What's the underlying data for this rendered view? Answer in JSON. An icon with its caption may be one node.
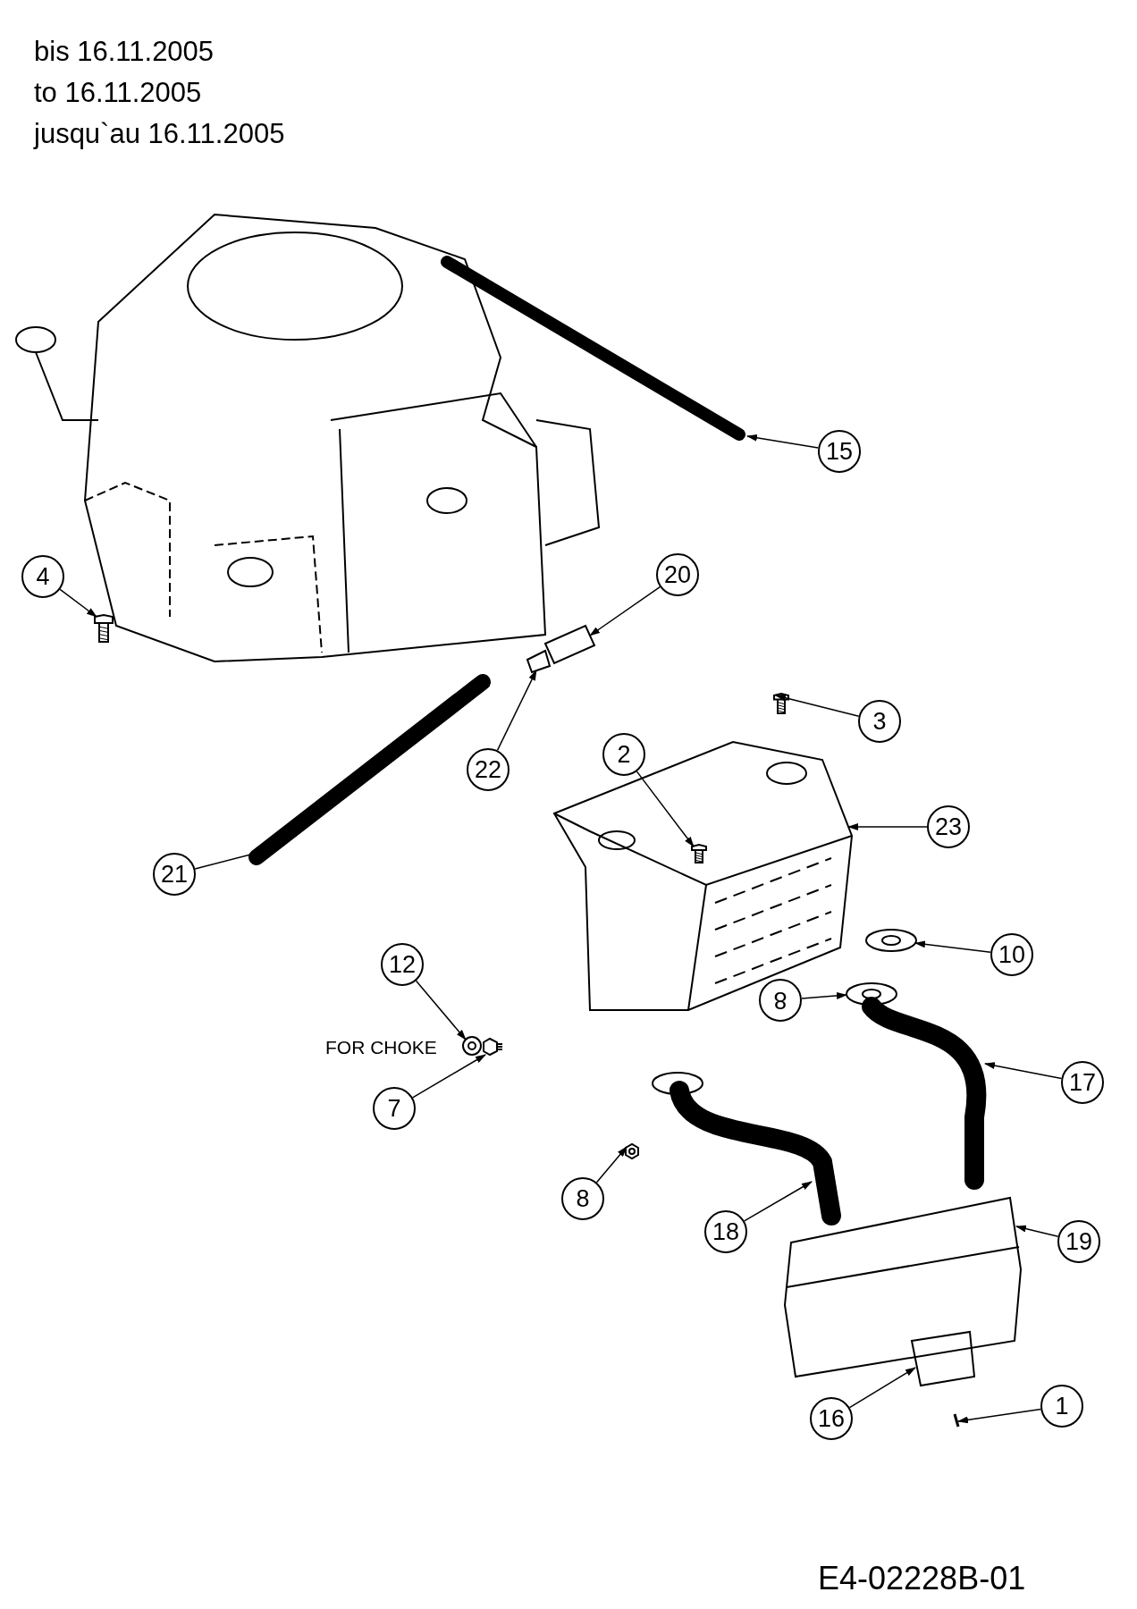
{
  "diagram": {
    "nodes": [
      {
        "text": [
          "15"
        ]
      },
      {
        "text": [
          "20"
        ]
      },
      {
        "text": [
          "4"
        ]
      },
      {
        "text": [
          "3"
        ]
      },
      {
        "text": [
          "2"
        ]
      },
      {
        "text": [
          "22"
        ]
      },
      {
        "text": [
          "23"
        ]
      },
      {
        "text": [
          "21"
        ]
      },
      {
        "text": [
          "10"
        ]
      },
      {
        "text": [
          "12"
        ]
      },
      {
        "text": [
          "8"
        ]
      },
      {
        "text": [
          "17"
        ]
      },
      {
        "text": [
          "7"
        ]
      },
      {
        "text": [
          "8"
        ]
      },
      {
        "text": [
          "18"
        ]
      },
      {
        "text": [
          "19"
        ]
      },
      {
        "text": [
          "1"
        ]
      },
      {
        "text": [
          "16"
        ]
      },
      {
        "text": [],
        "shape": "picture"
      },
      {
        "text": [],
        "shape": "picture"
      },
      {
        "text": [],
        "shape": "picture"
      },
      {
        "text": [],
        "shape": "picture"
      },
      {
        "text": [],
        "shape": "picture",
        "in": 24
      },
      {
        "text": [],
        "shape": "picture"
      },
      {
        "text": [],
        "shape": "picture"
      },
      {
        "text": [],
        "shape": "picture"
      },
      {
        "text": [],
        "shape": "picture"
      },
      {
        "text": [],
        "shape": "picture"
      },
      {
        "text": [],
        "shape": "picture"
      },
      {
        "text": [],
        "shape": "picture"
      },
      {
        "text": [],
        "shape": "picture"
      },
      {
        "text": [],
        "shape": "picture"
      },
      {
        "text": [],
        "shape": "picture"
      },
      {
        "text": [],
        "shape": "picture"
      },
      {
        "text": [],
        "shape": "picture"
      },
      {
        "text": [],
        "shape": "picture"
      }
    ],
    "edges": [
      {
        "from": 0,
        "to": 18,
        "arrow": "to"
      },
      {
        "from": 1,
        "to": 19,
        "arrow": "to"
      },
      {
        "from": 2,
        "to": 20,
        "arrow": "to"
      },
      {
        "from": 3,
        "to": 21,
        "arrow": "to"
      },
      {
        "from": 4,
        "to": 22,
        "arrow": "to"
      },
      {
        "from": 5,
        "to": 23,
        "arrow": "to"
      },
      {
        "from": 6,
        "to": 24,
        "arrow": "to"
      },
      {
        "from": 7,
        "to": 25,
        "arrow": "to"
      },
      {
        "from": 8,
        "to": 26,
        "arrow": "to"
      },
      {
        "from": 9,
        "to": 27,
        "arrow": "to"
      },
      {
        "from": 10,
        "to": 28,
        "arrow": "to"
      },
      {
        "from": 11,
        "to": 29,
        "arrow": "to"
      },
      {
        "from": 12,
        "to": 30,
        "arrow": "to"
      },
      {
        "from": 13,
        "to": 31,
        "arrow": "to"
      },
      {
        "from": 14,
        "to": 32,
        "arrow": "to"
      },
      {
        "from": 15,
        "to": 33,
        "arrow": "to"
      },
      {
        "from": 16,
        "to": 34,
        "arrow": "to"
      },
      {
        "from": 17,
        "to": 35,
        "arrow": "to"
      }
    ],
    "labels": [
      "bis 16.11.2005",
      "to 16.11.2005",
      "jusqu`au 16.11.2005",
      "FOR CHOKE",
      "E4-02228B-01"
    ]
  }
}
